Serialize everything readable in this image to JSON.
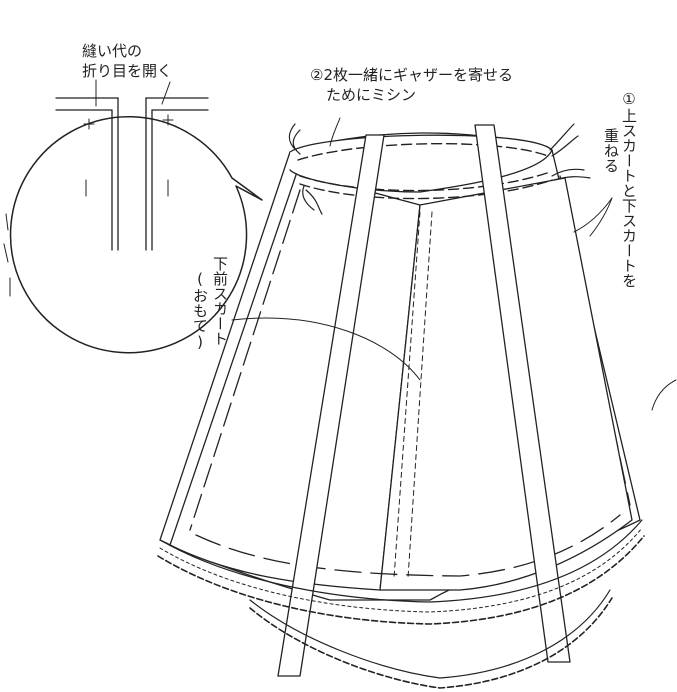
{
  "inset": {
    "label_line1": "縫い代の",
    "label_line2": "折り目を開く"
  },
  "step2": {
    "line1": "②2枚一緒にギャザーを寄せる",
    "line2": "ためにミシン"
  },
  "step1": {
    "line1": "①上スカートと下スカートを",
    "line2": "重ねる"
  },
  "lower_front_skirt": {
    "line1": "下前スカート",
    "line2": "(おもて)"
  }
}
